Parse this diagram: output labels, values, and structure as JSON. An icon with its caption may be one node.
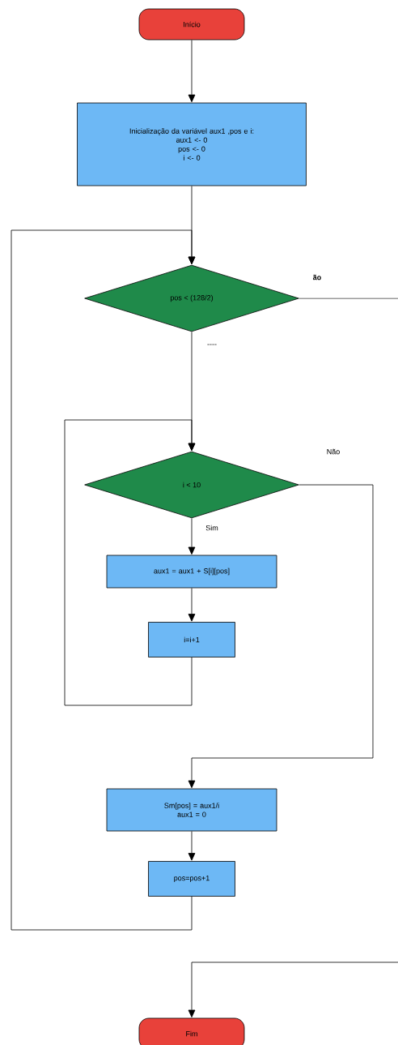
{
  "diagram": {
    "nodes": [
      {
        "text": [
          "Início"
        ]
      },
      {
        "text": [
          "Inicialização da variável aux1 ,pos e i:",
          "aux1 <- 0",
          "pos <- 0",
          "i <- 0"
        ]
      },
      {
        "text": [
          "pos < (128/2)"
        ]
      },
      {
        "text": [
          "i < 10"
        ]
      },
      {
        "text": [
          "aux1 = aux1 + S[i][pos]"
        ]
      },
      {
        "text": [
          "i=i+1"
        ]
      },
      {
        "text": [
          "Sm[pos] = aux1/i",
          "aux1 = 0"
        ]
      },
      {
        "text": [
          "pos=pos+1"
        ]
      },
      {
        "text": [
          "Fim"
        ]
      }
    ],
    "edges": [
      {
        "from": 0,
        "to": 1,
        "arrow": "to"
      },
      {
        "from": 1,
        "to": 2,
        "arrow": "to"
      },
      {
        "from": 2,
        "to": 8,
        "arrow": "to",
        "label": "ão"
      },
      {
        "from": 2,
        "to": 3,
        "arrow": "to",
        "label": "----"
      },
      {
        "from": 3,
        "to": 4,
        "arrow": "to",
        "label": "Sim"
      },
      {
        "from": 3,
        "to": 6,
        "arrow": "to",
        "label": "Não"
      },
      {
        "from": 4,
        "to": 5,
        "arrow": "to"
      },
      {
        "from": 5,
        "to": 3,
        "arrow": "to"
      },
      {
        "from": 6,
        "to": 7,
        "arrow": "to"
      },
      {
        "from": 7,
        "to": 2,
        "arrow": "to"
      }
    ]
  }
}
